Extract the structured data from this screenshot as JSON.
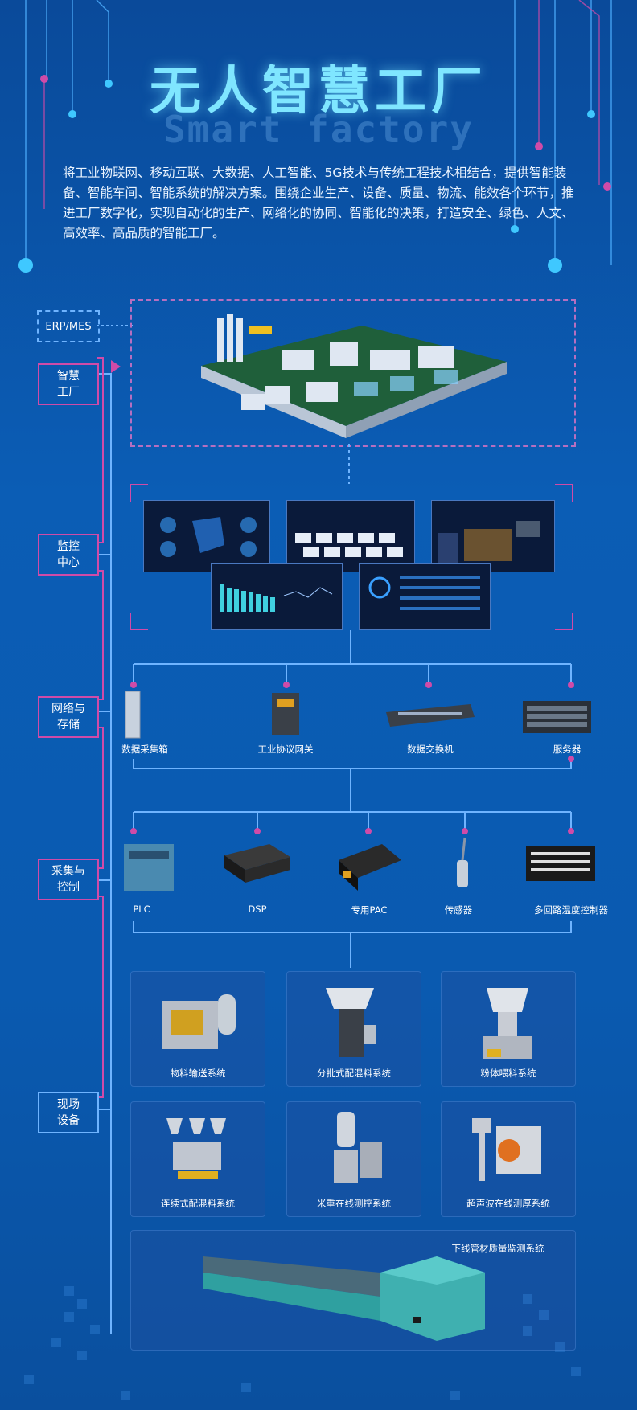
{
  "header": {
    "title": "无人智慧工厂",
    "subtitle": "Smart factory",
    "description": "将工业物联网、移动互联、大数据、人工智能、5G技术与传统工程技术相结合，提供智能装备、智能车间、智能系统的解决方案。围绕企业生产、设备、质量、物流、能效各个环节，推进工厂数字化，实现自动化的生产、网络化的协同、智能化的决策，打造安全、绿色、人文、高效率、高品质的智能工厂。"
  },
  "side_labels": {
    "erp": "ERP/MES",
    "factory": [
      "智慧",
      "工厂"
    ],
    "monitor": [
      "监控",
      "中心"
    ],
    "network": [
      "网络与",
      "存储"
    ],
    "collect": [
      "采集与",
      "控制"
    ],
    "field": [
      "现场",
      "设备"
    ]
  },
  "network_devices": [
    "数据采集箱",
    "工业协议网关",
    "数据交换机",
    "服务器"
  ],
  "control_devices": [
    "PLC",
    "DSP",
    "专用PAC",
    "传感器",
    "多回路温度控制器"
  ],
  "field_equipment": [
    "物料输送系统",
    "分批式配混料系统",
    "粉体喂料系统",
    "连续式配混料系统",
    "米重在线测控系统",
    "超声波在线测厚系统"
  ],
  "bottom_equipment": "下线管材质量监测系统",
  "colors": {
    "accent": "#d04ba8",
    "line": "#6fb4ff",
    "title": "#7fe6ff"
  }
}
